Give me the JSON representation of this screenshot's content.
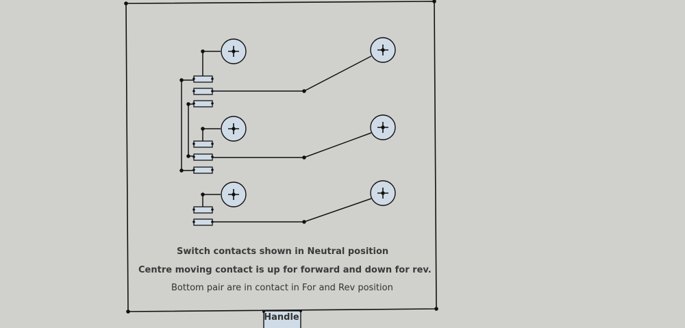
{
  "diagram": {
    "notes": {
      "line1": "Switch contacts shown in Neutral position",
      "line2": "Centre moving contact is up for forward and down for rev.",
      "line3": "Bottom pair are in contact in For and Rev position"
    },
    "handle_label": "Handle",
    "colors": {
      "background": "#d0d0cd",
      "terminal_fill": "#cfdbe6",
      "contact_fill": "#cfdbe6",
      "line": "#111111"
    }
  }
}
